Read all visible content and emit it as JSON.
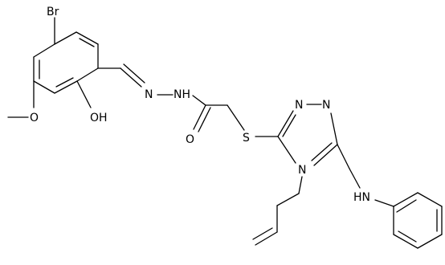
{
  "molecule": {
    "labels": {
      "br": "Br",
      "o_methoxy": "O",
      "oh": "OH",
      "n_imine": "N",
      "nh_hydrazide": "NH",
      "o_carbonyl": "O",
      "s": "S",
      "n_ring_1": "N",
      "n_ring_2": "N",
      "n_ring_4": "N",
      "hn": "HN"
    }
  }
}
